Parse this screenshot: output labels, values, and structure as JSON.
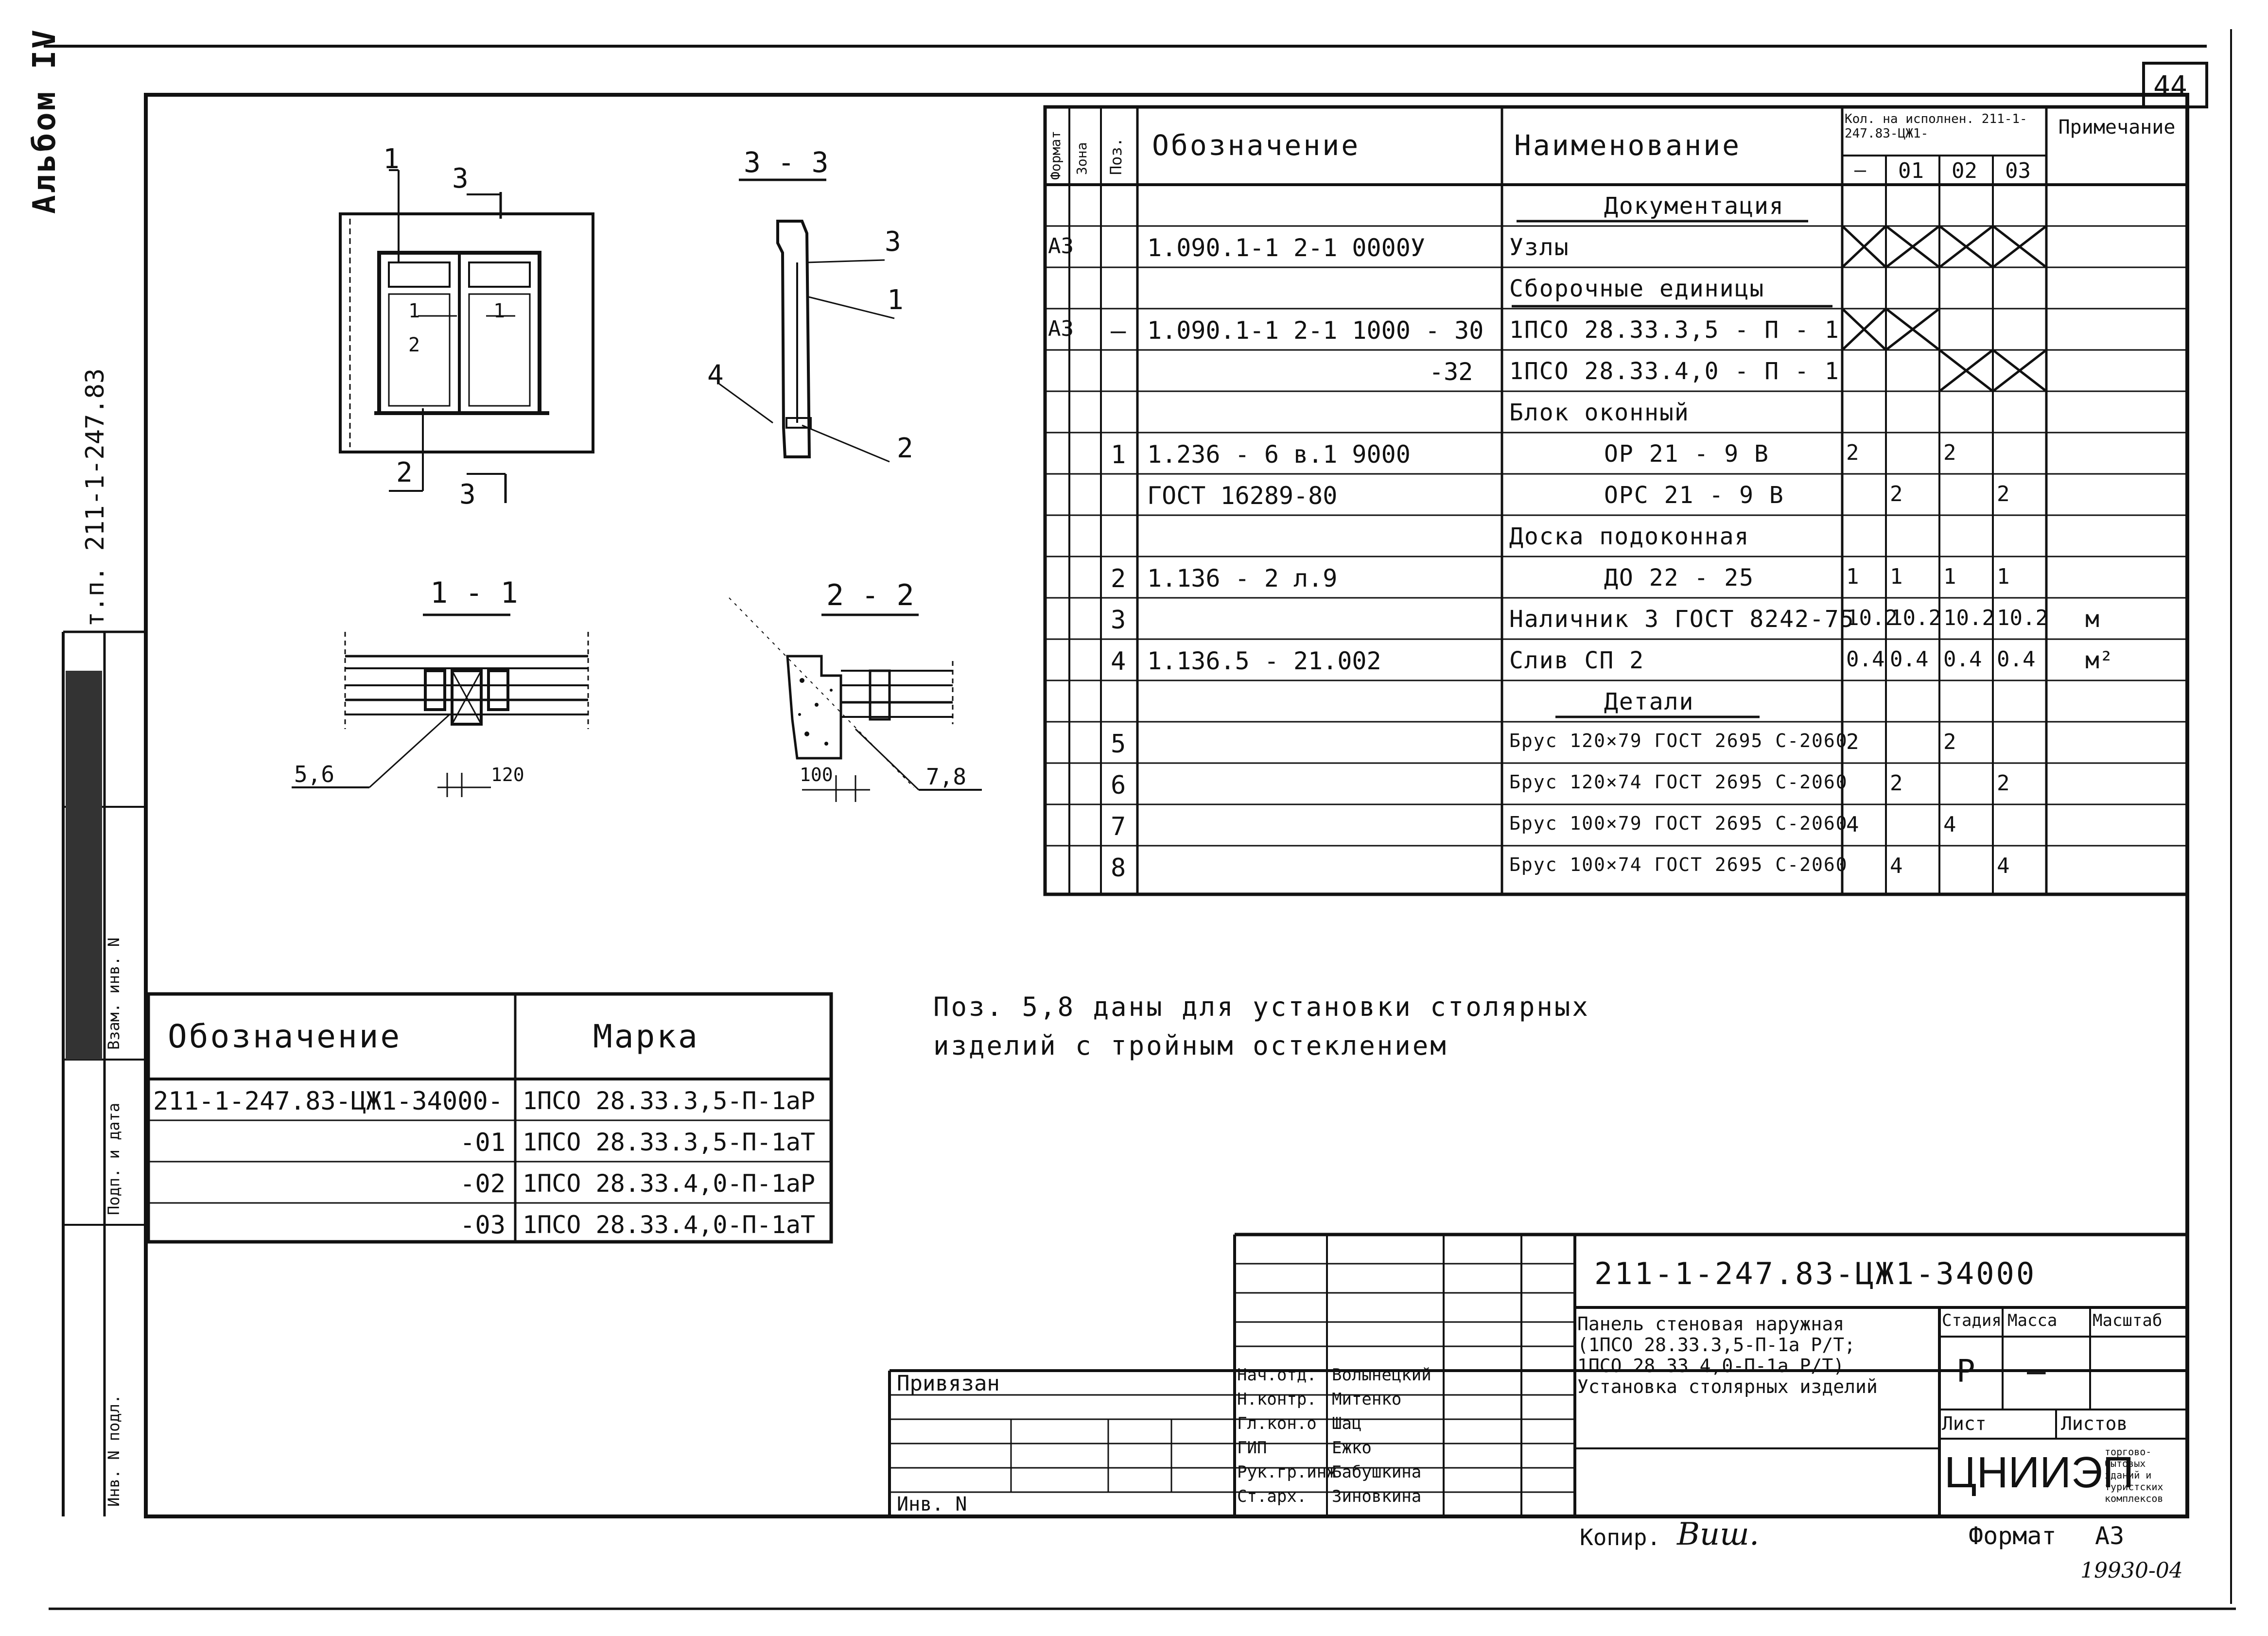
{
  "sheet": {
    "page_number": "44",
    "album": "Альбом IV",
    "series": "т.п. 211-1-247.83",
    "format_label": "Формат",
    "format_value": "А3",
    "copied_label": "Копир.",
    "copied_sign": "Виш.",
    "inventory_number": "19930-04"
  },
  "spec_table": {
    "headers": {
      "format": "Формат",
      "zone": "Зона",
      "pos": "Поз.",
      "designation": "Обозначение",
      "name": "Наименование",
      "qty": "Кол. на исполнен. 211-1-247.83-ЦЖ1-",
      "qty_cols": [
        "—",
        "01",
        "02",
        "03"
      ],
      "note": "Примечание"
    },
    "rows": [
      {
        "format": "",
        "pos": "",
        "designation": "",
        "name": "Документация",
        "q": [
          "",
          "",
          "",
          ""
        ],
        "note": "",
        "underline": true
      },
      {
        "format": "А3",
        "pos": "",
        "designation": "1.090.1-1  2-1 0000У",
        "name": "Узлы",
        "crossed": [
          true,
          true,
          true,
          true
        ],
        "q": [
          "",
          "",
          "",
          ""
        ],
        "note": ""
      },
      {
        "format": "",
        "pos": "",
        "designation": "",
        "name": "Сборочные единицы",
        "q": [
          "",
          "",
          "",
          ""
        ],
        "note": "",
        "underline": true
      },
      {
        "format": "А3",
        "pos": "—",
        "designation": "1.090.1-1  2-1 1000 - 30",
        "name": "1ПСО 28.33.3,5 - П - 1",
        "crossed": [
          true,
          true,
          false,
          false
        ],
        "q": [
          "",
          "",
          "",
          ""
        ],
        "note": ""
      },
      {
        "format": "",
        "pos": "",
        "designation": "-32",
        "name": "1ПСО 28.33.4,0 - П - 1",
        "crossed": [
          false,
          false,
          true,
          true
        ],
        "q": [
          "",
          "",
          "",
          ""
        ],
        "note": ""
      },
      {
        "format": "",
        "pos": "",
        "designation": "",
        "name": "Блок оконный",
        "q": [
          "",
          "",
          "",
          ""
        ],
        "note": ""
      },
      {
        "format": "",
        "pos": "1",
        "designation": "1.236 - 6  в.1 9000",
        "name": "ОР 21 - 9 В",
        "q": [
          "2",
          "",
          "2",
          ""
        ],
        "note": ""
      },
      {
        "format": "",
        "pos": "",
        "designation": "ГОСТ 16289-80",
        "name": "ОРС 21 - 9 В",
        "q": [
          "",
          "2",
          "",
          "2"
        ],
        "note": ""
      },
      {
        "format": "",
        "pos": "",
        "designation": "",
        "name": "Доска подоконная",
        "q": [
          "",
          "",
          "",
          ""
        ],
        "note": ""
      },
      {
        "format": "",
        "pos": "2",
        "designation": "1.136 - 2   л.9",
        "name": "ДО 22 - 25",
        "q": [
          "1",
          "1",
          "1",
          "1"
        ],
        "note": ""
      },
      {
        "format": "",
        "pos": "3",
        "designation": "",
        "name": "Наличник 3 ГОСТ 8242-75",
        "q": [
          "10.2",
          "10.2",
          "10.2",
          "10.2"
        ],
        "note": "м"
      },
      {
        "format": "",
        "pos": "4",
        "designation": "1.136.5 - 21.002",
        "name": "Слив СП 2",
        "q": [
          "0.4",
          "0.4",
          "0.4",
          "0.4"
        ],
        "note": "м²"
      },
      {
        "format": "",
        "pos": "",
        "designation": "",
        "name": "Детали",
        "q": [
          "",
          "",
          "",
          ""
        ],
        "note": "",
        "underline": true
      },
      {
        "format": "",
        "pos": "5",
        "designation": "",
        "name": "Брус 120×79 ГОСТ 2695 С-2060",
        "q": [
          "2",
          "",
          "2",
          ""
        ],
        "note": ""
      },
      {
        "format": "",
        "pos": "6",
        "designation": "",
        "name": "Брус 120×74 ГОСТ 2695 С-2060",
        "q": [
          "",
          "2",
          "",
          "2"
        ],
        "note": ""
      },
      {
        "format": "",
        "pos": "7",
        "designation": "",
        "name": "Брус 100×79 ГОСТ 2695 С-2060",
        "q": [
          "4",
          "",
          "4",
          ""
        ],
        "note": ""
      },
      {
        "format": "",
        "pos": "8",
        "designation": "",
        "name": "Брус 100×74 ГОСТ 2695 С-2060",
        "q": [
          "",
          "4",
          "",
          "4"
        ],
        "note": ""
      }
    ]
  },
  "note_text": {
    "line1": "Поз. 5,8 даны для установки столярных",
    "line2": "изделий с тройным остеклением"
  },
  "marks_table": {
    "header_designation": "Обозначение",
    "header_mark": "Марка",
    "rows": [
      {
        "designation": "211-1-247.83-ЦЖ1-34000-",
        "mark": "1ПСО 28.33.3,5-П-1аР"
      },
      {
        "designation": "-01",
        "mark": "1ПСО 28.33.3,5-П-1аТ"
      },
      {
        "designation": "-02",
        "mark": "1ПСО 28.33.4,0-П-1аР"
      },
      {
        "designation": "-03",
        "mark": "1ПСО 28.33.4,0-П-1аТ"
      }
    ]
  },
  "drawings": {
    "view1_labels": {
      "callout_1": "1",
      "callout_2": "2",
      "cut_3_top": "3",
      "cut_3_bottom": "3",
      "glass_1": "1",
      "glass_2": "2"
    },
    "section_3_3": {
      "title": "3 - 3",
      "c3": "3",
      "c1": "1",
      "c2": "2",
      "c4": "4"
    },
    "section_1_1": {
      "title": "1 - 1",
      "pos_label": "5,6",
      "dim": "120"
    },
    "section_2_2": {
      "title": "2 - 2",
      "pos_label": "7,8",
      "dim": "100"
    }
  },
  "title_block": {
    "document_code": "211-1-247.83-ЦЖ1-34000",
    "title_lines": [
      "Панель стеновая наружная",
      "(1ПСО 28.33.3,5-П-1а Р/Т;",
      "1ПСО 28.33.4,0-П-1а Р/Т)",
      "Установка столярных изделий"
    ],
    "stage_label": "Стадия",
    "mass_label": "Масса",
    "scale_label": "Масштаб",
    "stage_value": "Р",
    "mass_value": "—",
    "sheet_label": "Лист",
    "sheets_label": "Листов",
    "organization": "ЦНИИЭП",
    "org_note": "торгово-бытовых зданий и туристских комплексов",
    "bound_label": "Привязан",
    "inv_label": "Инв. N",
    "people": [
      {
        "role": "Нач.отд.",
        "name": "Волынецкий"
      },
      {
        "role": "Н.контр.",
        "name": "Митенко"
      },
      {
        "role": "Гл.кон.о",
        "name": "Шац"
      },
      {
        "role": "ГИП",
        "name": "Ежко"
      },
      {
        "role": "Рук.гр.инж",
        "name": "Бабушкина"
      },
      {
        "role": "Ст.арх.",
        "name": "Зиновкина"
      }
    ]
  },
  "side_strip": {
    "labels": [
      "Инв. N подл.",
      "Подп. и дата",
      "Взам. инв. N"
    ]
  }
}
